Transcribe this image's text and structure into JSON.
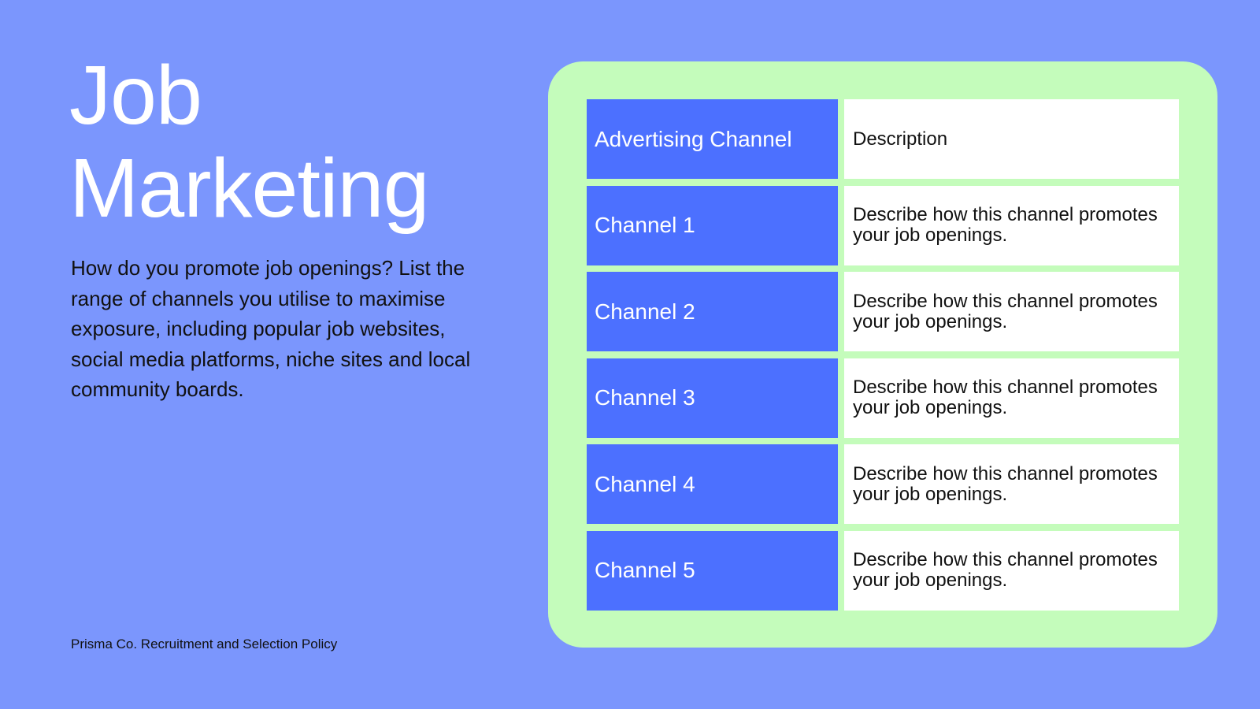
{
  "slide": {
    "title_line1": "Job",
    "title_line2": "Marketing",
    "body": "How do you promote job openings? List the range of channels you utilise to maximise exposure, including popular job websites, social media platforms, niche sites and local community boards.",
    "footer": "Prisma Co. Recruitment and Selection Policy"
  },
  "table": {
    "headers": [
      "Advertising Channel",
      "Description"
    ],
    "rows": [
      [
        "Channel 1",
        "Describe how this channel promotes your job openings."
      ],
      [
        "Channel 2",
        "Describe how this channel promotes your job openings."
      ],
      [
        "Channel 3",
        "Describe how this channel promotes your job openings."
      ],
      [
        "Channel 4",
        "Describe how this channel promotes your job openings."
      ],
      [
        "Channel 5",
        "Describe how this channel promotes your job openings."
      ]
    ]
  },
  "colors": {
    "background": "#7b96fd",
    "card": "#c4fcbb",
    "channel_cell": "#4c70ff",
    "description_cell": "#ffffff"
  }
}
